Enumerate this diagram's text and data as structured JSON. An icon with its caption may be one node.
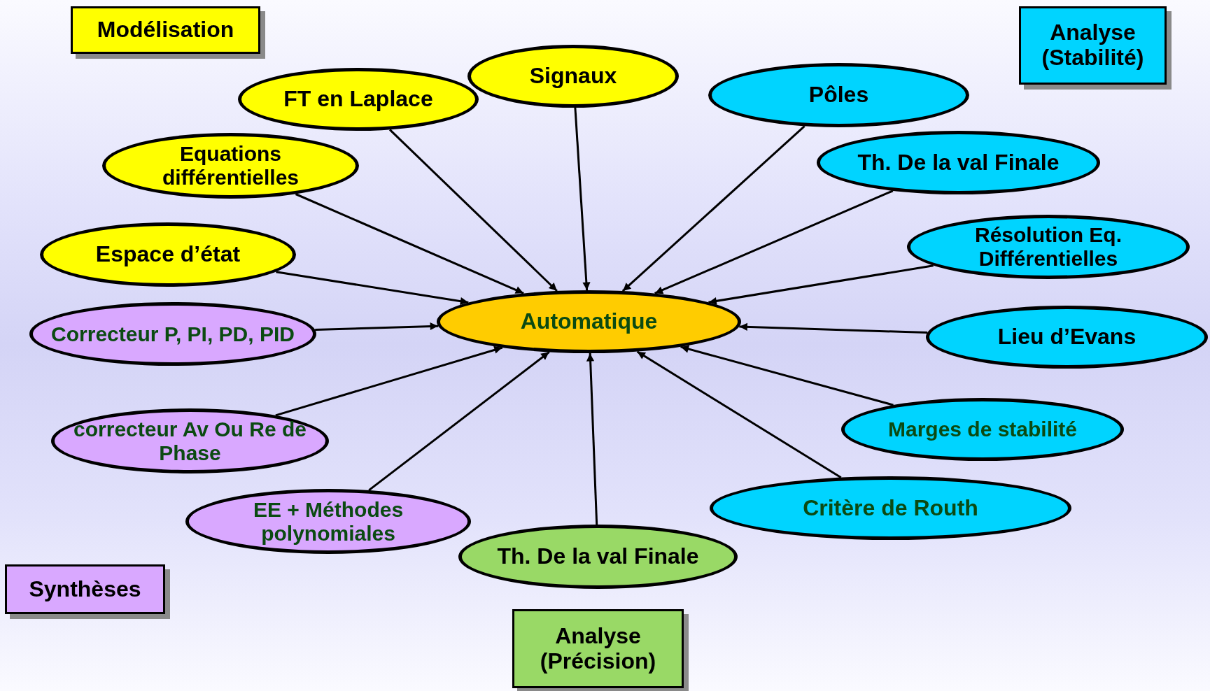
{
  "diagram": {
    "nodes": [
      {
        "text": [
          "Modélisation"
        ]
      },
      {
        "text": [
          "Analyse (Stabilité)"
        ]
      },
      {
        "text": [
          "FT en Laplace"
        ]
      },
      {
        "text": [
          "Signaux"
        ]
      },
      {
        "text": [
          "Pôles"
        ]
      },
      {
        "text": [
          "Equations différentielles"
        ]
      },
      {
        "text": [
          "Th. De la val Finale"
        ]
      },
      {
        "text": [
          "Espace d’état"
        ]
      },
      {
        "text": [
          "Résolution Eq. Différentielles"
        ]
      },
      {
        "text": [
          "Correcteur P, PI, PD, PID"
        ]
      },
      {
        "text": [
          "Automatique"
        ]
      },
      {
        "text": [
          "Lieu d’Evans"
        ]
      },
      {
        "text": [
          "correcteur Av Ou Re de Phase"
        ]
      },
      {
        "text": [
          "Marges de stabilité"
        ]
      },
      {
        "text": [
          "Critère de Routh"
        ]
      },
      {
        "text": [
          "EE + Méthodes polynomiales"
        ]
      },
      {
        "text": [
          "Th. De la val Finale"
        ]
      },
      {
        "text": [
          "Synthèses"
        ]
      },
      {
        "text": [
          "Analyse (Précision)"
        ]
      }
    ],
    "edges": [
      {
        "from": 2,
        "to": 10,
        "arrow": "to"
      },
      {
        "from": 3,
        "to": 10,
        "arrow": "to"
      },
      {
        "from": 4,
        "to": 10,
        "arrow": "to"
      },
      {
        "from": 5,
        "to": 10,
        "arrow": "to"
      },
      {
        "from": 6,
        "to": 10,
        "arrow": "to"
      },
      {
        "from": 7,
        "to": 10,
        "arrow": "to"
      },
      {
        "from": 8,
        "to": 10,
        "arrow": "to"
      },
      {
        "from": 9,
        "to": 10,
        "arrow": "to"
      },
      {
        "from": 11,
        "to": 10,
        "arrow": "to"
      },
      {
        "from": 12,
        "to": 10,
        "arrow": "to"
      },
      {
        "from": 13,
        "to": 10,
        "arrow": "to"
      },
      {
        "from": 14,
        "to": 10,
        "arrow": "to"
      },
      {
        "from": 15,
        "to": 10,
        "arrow": "to"
      },
      {
        "from": 16,
        "to": 10,
        "arrow": "to"
      }
    ]
  }
}
